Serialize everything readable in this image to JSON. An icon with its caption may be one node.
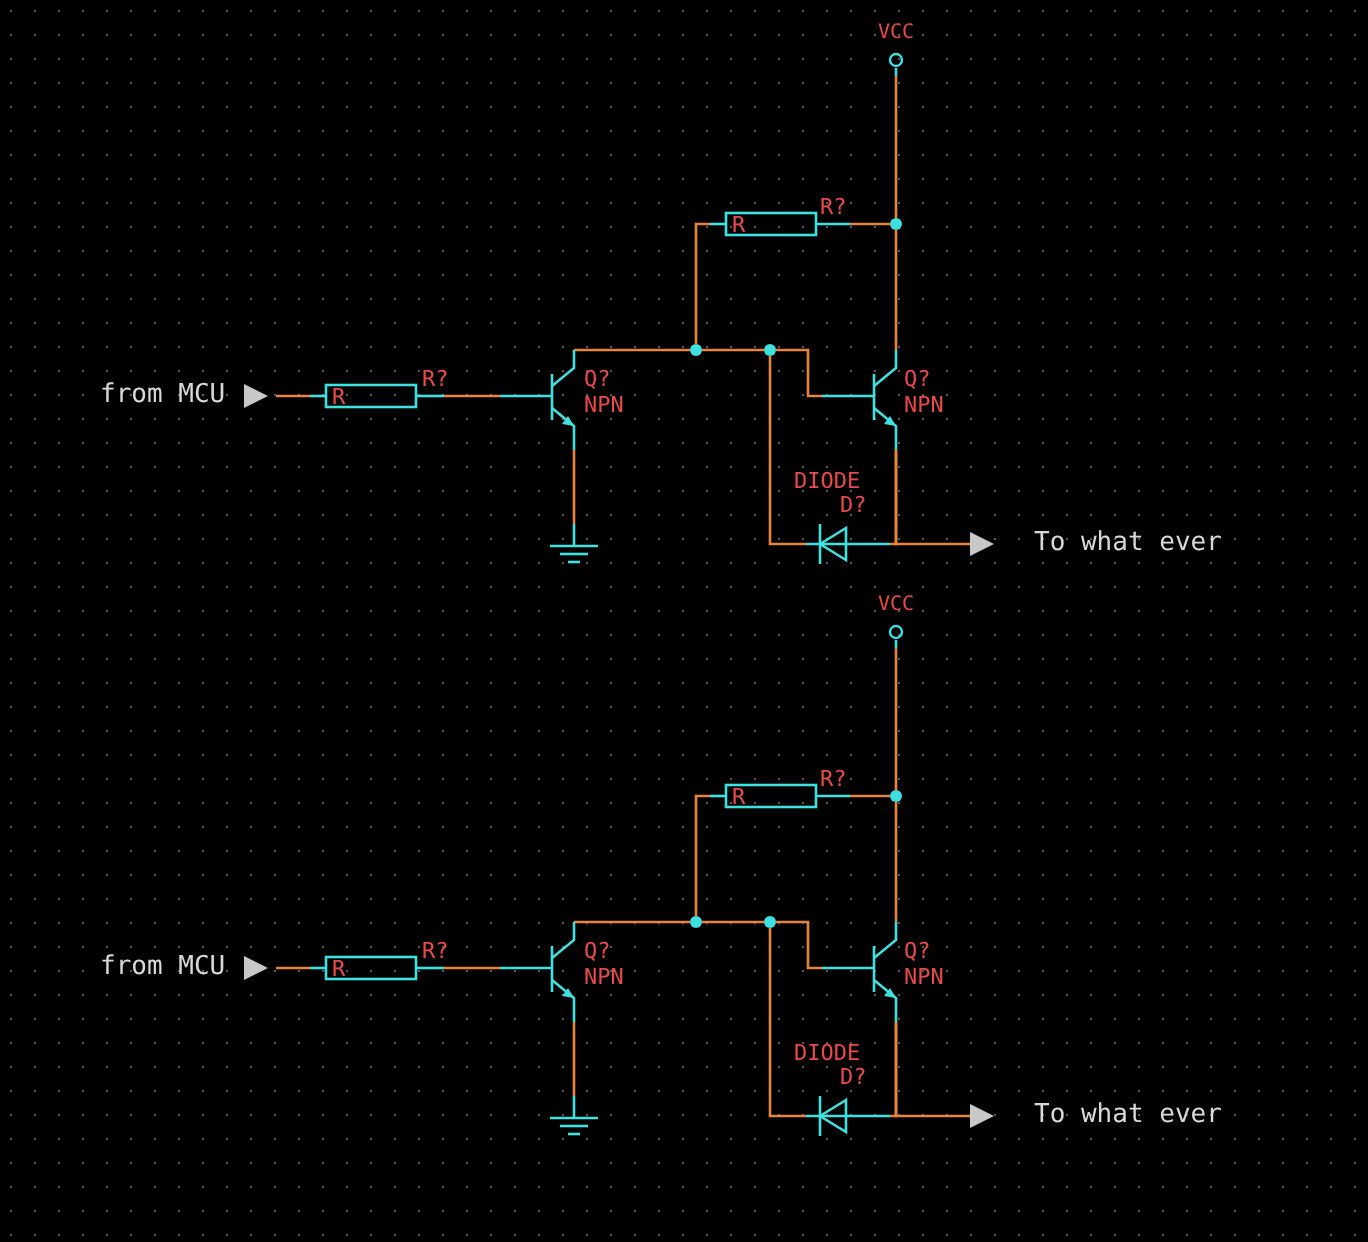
{
  "diagram": {
    "nodes": [
      {
        "text": [
          "from MCU"
        ]
      },
      {
        "text": [
          "R"
        ],
        "beside": [
          "R?"
        ]
      },
      {
        "text": [],
        "shape": "transistor",
        "beside": [
          "Q?",
          "NPN"
        ]
      },
      {
        "text": [],
        "shape": "ground"
      },
      {
        "text": [],
        "shape": "dot"
      },
      {
        "text": [],
        "shape": "dot"
      },
      {
        "text": [
          "R"
        ],
        "beside": [
          "R?"
        ]
      },
      {
        "text": [
          "VCC"
        ]
      },
      {
        "text": [],
        "shape": "dot"
      },
      {
        "text": [],
        "shape": "transistor",
        "beside": [
          "Q?",
          "NPN"
        ]
      },
      {
        "text": [],
        "shape": "diode",
        "beside": [
          "DIODE",
          "D?"
        ]
      },
      {
        "text": [
          "To what ever"
        ]
      },
      {
        "text": [
          "from MCU"
        ]
      },
      {
        "text": [
          "R"
        ],
        "beside": [
          "R?"
        ]
      },
      {
        "text": [],
        "shape": "transistor",
        "beside": [
          "Q?",
          "NPN"
        ]
      },
      {
        "text": [],
        "shape": "ground"
      },
      {
        "text": [],
        "shape": "dot"
      },
      {
        "text": [],
        "shape": "dot"
      },
      {
        "text": [
          "R"
        ],
        "beside": [
          "R?"
        ]
      },
      {
        "text": [
          "VCC"
        ]
      },
      {
        "text": [],
        "shape": "dot"
      },
      {
        "text": [],
        "shape": "transistor",
        "beside": [
          "Q?",
          "NPN"
        ]
      },
      {
        "text": [],
        "shape": "diode",
        "beside": [
          "DIODE",
          "D?"
        ]
      },
      {
        "text": [
          "To what ever"
        ]
      }
    ],
    "edges": [
      {
        "from": 0,
        "to": 1,
        "arrow": "none"
      },
      {
        "from": 1,
        "to": 2,
        "arrow": "none"
      },
      {
        "from": 2,
        "to": 3,
        "arrow": "none"
      },
      {
        "from": 2,
        "to": 4,
        "arrow": "none"
      },
      {
        "from": 4,
        "to": 6,
        "arrow": "none"
      },
      {
        "from": 4,
        "to": 5,
        "arrow": "none"
      },
      {
        "from": 5,
        "to": 9,
        "arrow": "none"
      },
      {
        "from": 5,
        "to": 10,
        "arrow": "none"
      },
      {
        "from": 6,
        "to": 8,
        "arrow": "none"
      },
      {
        "from": 7,
        "to": 8,
        "arrow": "none"
      },
      {
        "from": 8,
        "to": 9,
        "arrow": "none"
      },
      {
        "from": 9,
        "to": 10,
        "arrow": "none"
      },
      {
        "from": 9,
        "to": 11,
        "arrow": "none"
      },
      {
        "from": 12,
        "to": 13,
        "arrow": "none"
      },
      {
        "from": 13,
        "to": 14,
        "arrow": "none"
      },
      {
        "from": 14,
        "to": 15,
        "arrow": "none"
      },
      {
        "from": 14,
        "to": 16,
        "arrow": "none"
      },
      {
        "from": 16,
        "to": 18,
        "arrow": "none"
      },
      {
        "from": 16,
        "to": 17,
        "arrow": "none"
      },
      {
        "from": 17,
        "to": 21,
        "arrow": "none"
      },
      {
        "from": 17,
        "to": 22,
        "arrow": "none"
      },
      {
        "from": 18,
        "to": 20,
        "arrow": "none"
      },
      {
        "from": 19,
        "to": 20,
        "arrow": "none"
      },
      {
        "from": 20,
        "to": 21,
        "arrow": "none"
      },
      {
        "from": 21,
        "to": 22,
        "arrow": "none"
      },
      {
        "from": 21,
        "to": 23,
        "arrow": "none"
      }
    ]
  }
}
